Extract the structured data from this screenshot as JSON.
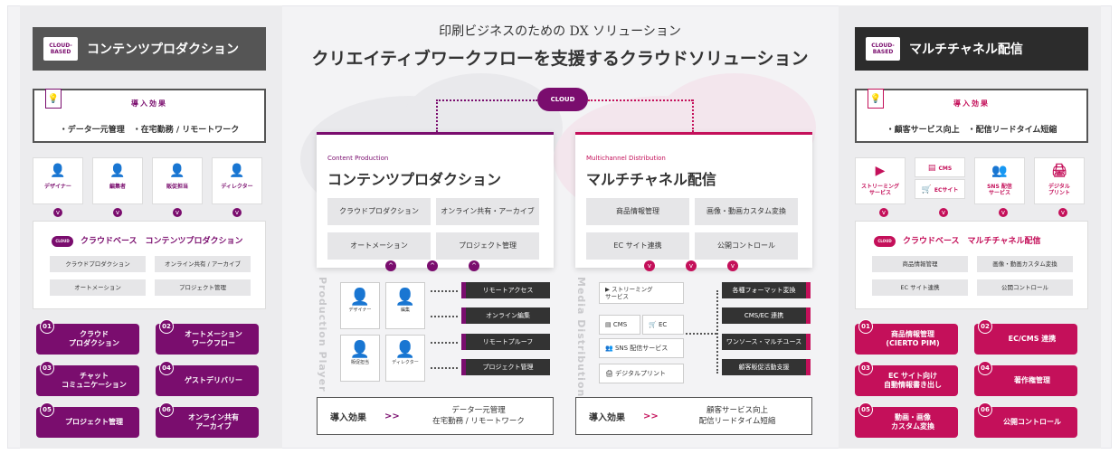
{
  "colors": {
    "purple": "#7a0d6e",
    "pink": "#c4105a",
    "dark": "#555555"
  },
  "header": {
    "line1": "印刷ビジネスのための DX ソリューション",
    "line2": "クリエイティブワークフローを支援するクラウドソリューション",
    "cloud": "CLOUD"
  },
  "left": {
    "badge": "CLOUD-BASED",
    "title": "コンテンツプロダクション",
    "effect_title": "導入効果",
    "effect_text": "・データ一元管理　・在宅勤務 / リモートワーク",
    "roles": [
      "デザイナー",
      "編集者",
      "販促担当",
      "ディレクター"
    ],
    "panel_title": "クラウドベース　コンテンツプロダクション",
    "panel_cloud": "CLOUD",
    "panel_cells": [
      "クラウドプロダクション",
      "オンライン共有 / アーカイブ",
      "オートメーション",
      "プロジェクト管理"
    ],
    "numbered": [
      {
        "n": "01",
        "label": "クラウド\nプロダクション"
      },
      {
        "n": "02",
        "label": "オートメーション\nワークフロー"
      },
      {
        "n": "03",
        "label": "チャット\nコミュニケーション"
      },
      {
        "n": "04",
        "label": "ゲストデリバリー"
      },
      {
        "n": "05",
        "label": "プロジェクト管理"
      },
      {
        "n": "06",
        "label": "オンライン共有\nアーカイブ"
      }
    ]
  },
  "right": {
    "badge": "CLOUD-BASED",
    "title": "マルチチャネル配信",
    "effect_title": "導入効果",
    "effect_text": "・顧客サービス向上　・配信リードタイム短縮",
    "channels": [
      "ストリーミング\nサービス",
      "CMS",
      "ECサイト",
      "SNS 配信\nサービス",
      "デジタル\nプリント"
    ],
    "panel_title": "クラウドベース　マルチチャネル配信",
    "panel_cloud": "CLOUD",
    "panel_cells": [
      "商品情報管理",
      "画像・動画カスタム変換",
      "EC サイト連携",
      "公開コントロール"
    ],
    "numbered": [
      {
        "n": "01",
        "label": "商品情報管理\n(CIERTO PIM)"
      },
      {
        "n": "02",
        "label": "EC/CMS 連携"
      },
      {
        "n": "03",
        "label": "EC サイト向け\n自動情報書き出し"
      },
      {
        "n": "04",
        "label": "著作権管理"
      },
      {
        "n": "05",
        "label": "動画・画像\nカスタム変換"
      },
      {
        "n": "06",
        "label": "公開コントロール"
      }
    ]
  },
  "cp": {
    "sub": "Content Production",
    "title": "コンテンツプロダクション",
    "cells": [
      "クラウドプロダクション",
      "オンライン共有・アーカイブ",
      "オートメーション",
      "プロジェクト管理"
    ],
    "vertical": "Production Player",
    "people": [
      "デザイナー",
      "編集",
      "販促担当",
      "ディレクター"
    ],
    "actions": [
      "リモートアクセス",
      "オンライン編集",
      "リモートプルーフ",
      "プロジェクト管理"
    ],
    "footer_label": "導入効果",
    "footer_arrow": ">>",
    "footer_text1": "データ一元管理",
    "footer_text2": "在宅勤務 / リモートワーク"
  },
  "md": {
    "sub": "Multichannel Distribution",
    "title": "マルチチャネル配信",
    "cells": [
      "商品情報管理",
      "画像・動画カスタム変換",
      "EC サイト連携",
      "公開コントロール"
    ],
    "vertical": "Media Distribution",
    "outputs": [
      "ストリーミング\nサービス",
      "CMS",
      "EC",
      "SNS 配信サービス",
      "デジタルプリント"
    ],
    "actions": [
      "各種フォーマット変換",
      "CMS/EC 連携",
      "ワンソース・マルチユース",
      "顧客販促活動支援"
    ],
    "footer_label": "導入効果",
    "footer_arrow": ">>",
    "footer_text1": "顧客サービス向上",
    "footer_text2": "配信リードタイム短縮"
  }
}
